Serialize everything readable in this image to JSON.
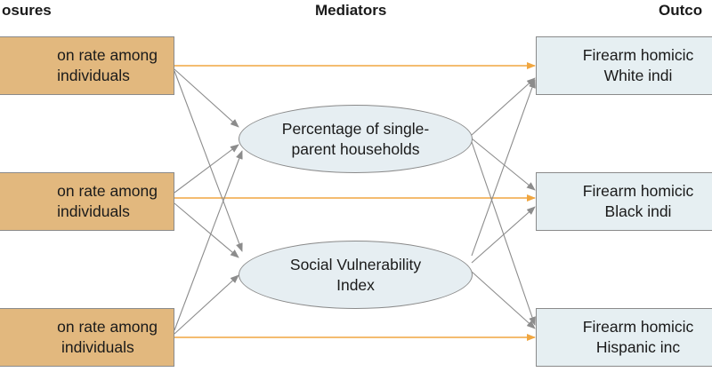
{
  "headers": {
    "exposures": "osures",
    "mediators": "Mediators",
    "outcomes": "Outco"
  },
  "exposures": [
    {
      "line1": "on rate among",
      "line2": "individuals"
    },
    {
      "line1": "on rate among",
      "line2": "individuals"
    },
    {
      "line1": "on rate among",
      "line2": " individuals"
    }
  ],
  "mediators": [
    {
      "line1": "Percentage of single-",
      "line2": "parent households"
    },
    {
      "line1": "Social Vulnerability",
      "line2": "Index"
    }
  ],
  "outcomes": [
    {
      "line1": "Firearm homicic",
      "line2": "White indi"
    },
    {
      "line1": "Firearm homicic",
      "line2": "Black indi"
    },
    {
      "line1": "Firearm homicic",
      "line2": "Hispanic inc"
    }
  ],
  "colors": {
    "exposure_fill": "#e2b87e",
    "outcome_fill": "#e6eff2",
    "mediator_fill": "#e6eef2",
    "direct_arrow": "#f0a640",
    "mediated_arrow": "#8c8c8c"
  }
}
